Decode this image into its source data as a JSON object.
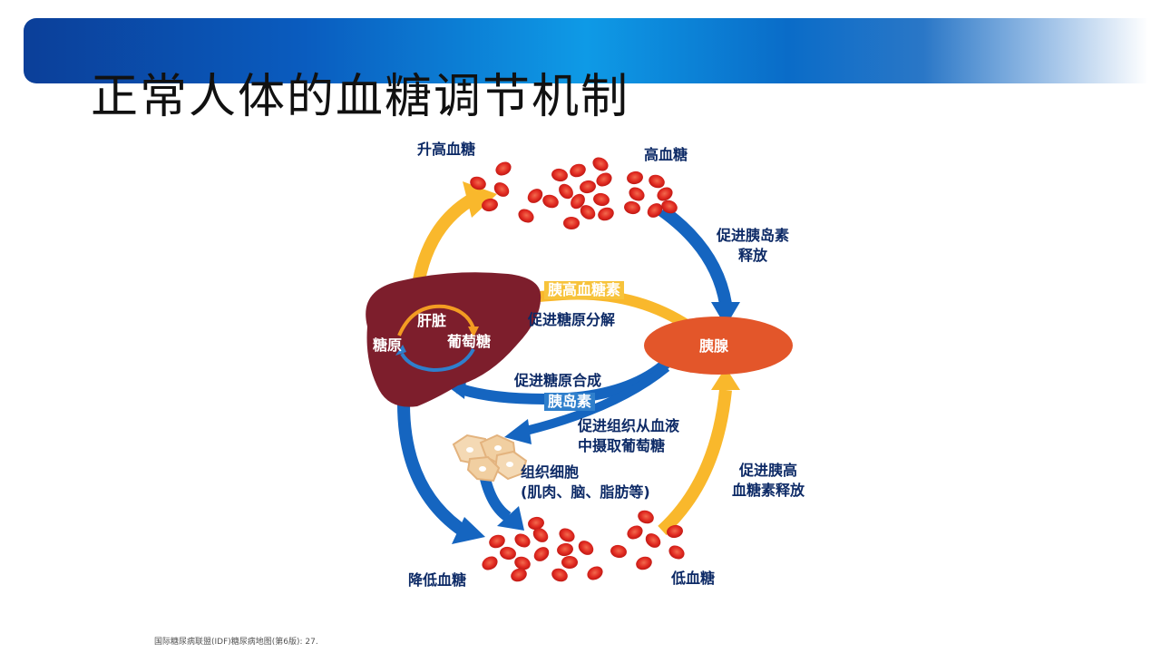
{
  "title": "正常人体的血糖调节机制",
  "labels": {
    "raise_glucose": "升高血糖",
    "high_glucose": "高血糖",
    "promote_insulin_release": "促进胰岛素\n释放",
    "glucagon": "胰高血糖素",
    "promote_glycogenolysis": "促进糖原分解",
    "liver": "肝脏",
    "glycogen": "糖原",
    "glucose": "葡萄糖",
    "pancreas": "胰腺",
    "promote_glycogenesis": "促进糖原合成",
    "insulin": "胰岛素",
    "promote_uptake": "促进组织从血液\n中摄取葡萄糖",
    "tissue_cells": "组织细胞\n(肌肉、脑、脂肪等)",
    "promote_glucagon_release": "促进胰高\n血糖素释放",
    "lower_glucose": "降低血糖",
    "low_glucose": "低血糖"
  },
  "footnote": "国际糖尿病联盟(IDF)糖尿病地图(第6版): 27.",
  "colors": {
    "header_dark": "#0b3f99",
    "header_light": "#0e9ae6",
    "blue_arrow": "#1565c0",
    "yellow_arrow": "#f9b82c",
    "liver": "#7d1e2c",
    "pancreas": "#e3562a",
    "blood_cell": "#e12b22",
    "label_text": "#0d2a66"
  }
}
